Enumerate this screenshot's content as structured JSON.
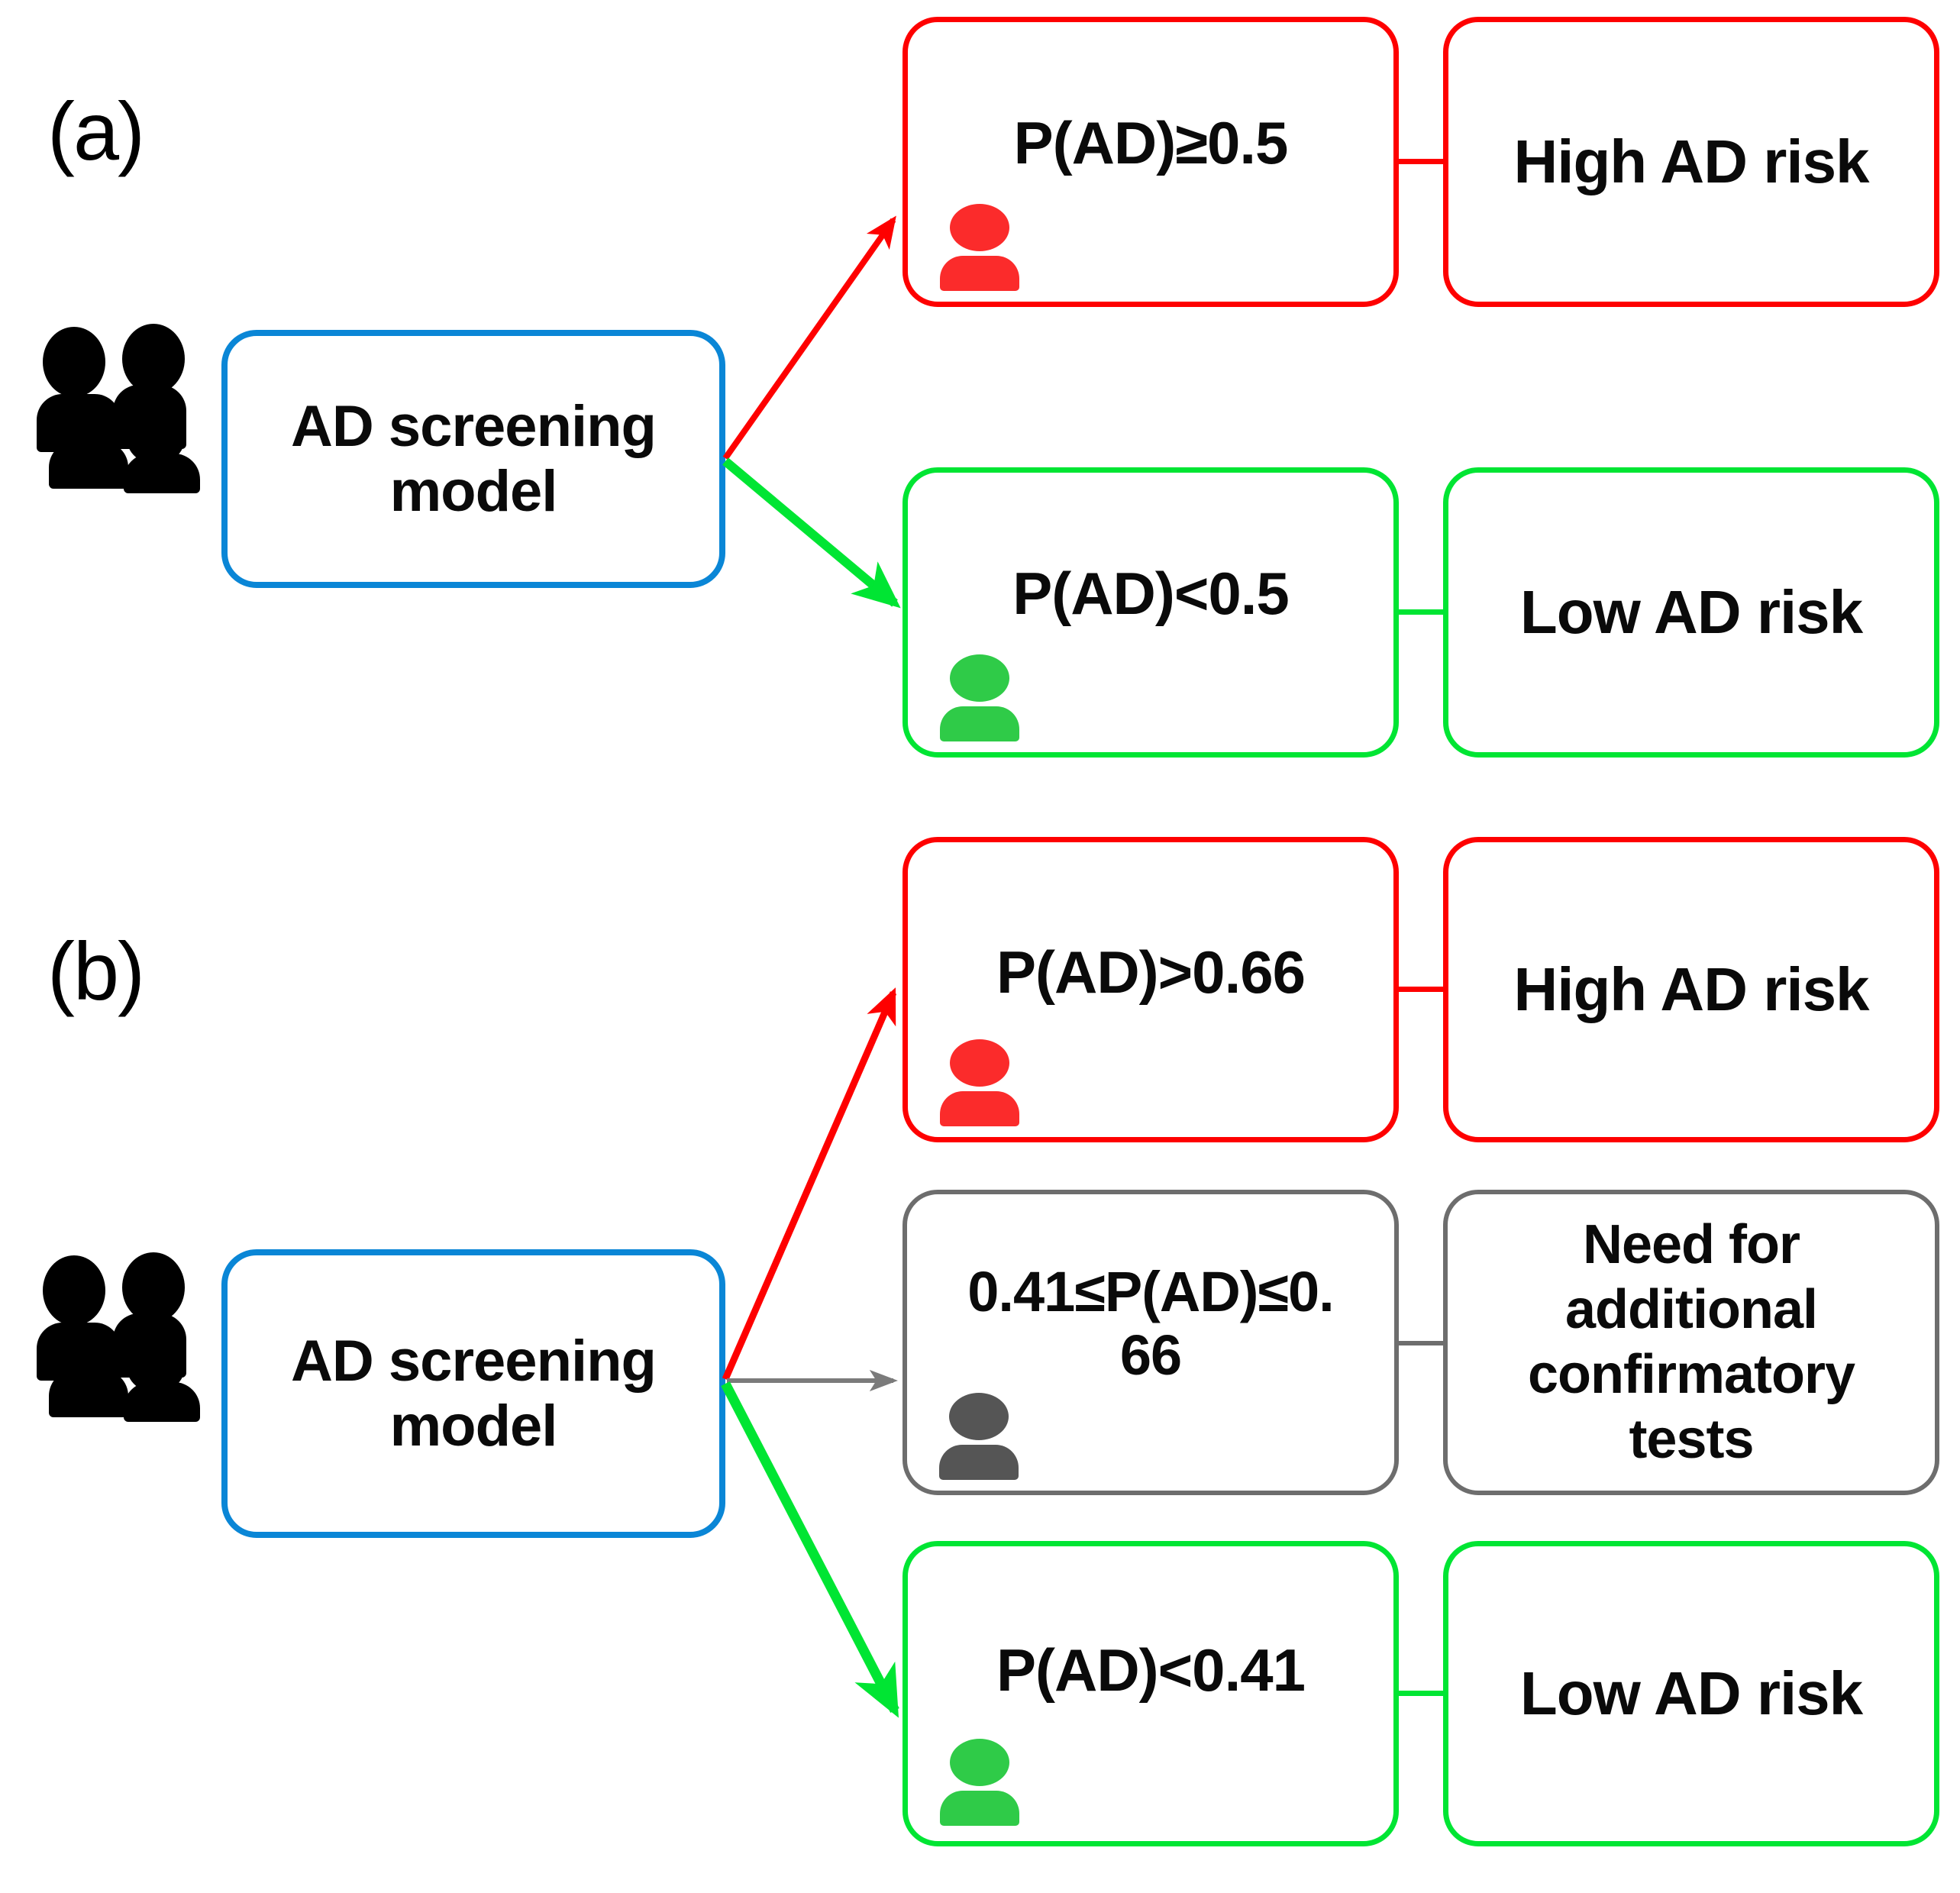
{
  "figure": {
    "type": "flowchart",
    "panels": [
      {
        "id": "a",
        "label": "(a)",
        "source_icon": "group-of-people-icon",
        "model_box": {
          "label": "AD screening\nmodel",
          "border_color": "#0a86d6"
        },
        "branches": [
          {
            "id": "high",
            "condition": "P(AD)≥0.5",
            "result": "High AD risk",
            "color": "#fe0000",
            "person_color": "#fb2b2b",
            "arrow": "red-arrow-up"
          },
          {
            "id": "low",
            "condition": "P(AD)<0.5",
            "result": "Low AD risk",
            "color": "#00e533",
            "person_color": "#2fcb48",
            "arrow": "green-arrow-down"
          }
        ]
      },
      {
        "id": "b",
        "label": "(b)",
        "source_icon": "group-of-people-icon",
        "model_box": {
          "label": "AD screening\nmodel",
          "border_color": "#0a86d6"
        },
        "branches": [
          {
            "id": "high",
            "condition": "P(AD)>0.66",
            "result": "High AD risk",
            "color": "#fe0000",
            "person_color": "#fb2b2b",
            "arrow": "red-arrow-up"
          },
          {
            "id": "intermediate",
            "condition": "0.41≤P(AD)≤0.\n66",
            "result": "Need for\nadditional\nconfirmatory\ntests",
            "color": "#6d6d6d",
            "person_color": "#555555",
            "arrow": "gray-arrow-right"
          },
          {
            "id": "low",
            "condition": "P(AD)<0.41",
            "result": "Low AD risk",
            "color": "#00e533",
            "person_color": "#2fcb48",
            "arrow": "green-arrow-down"
          }
        ]
      }
    ]
  }
}
